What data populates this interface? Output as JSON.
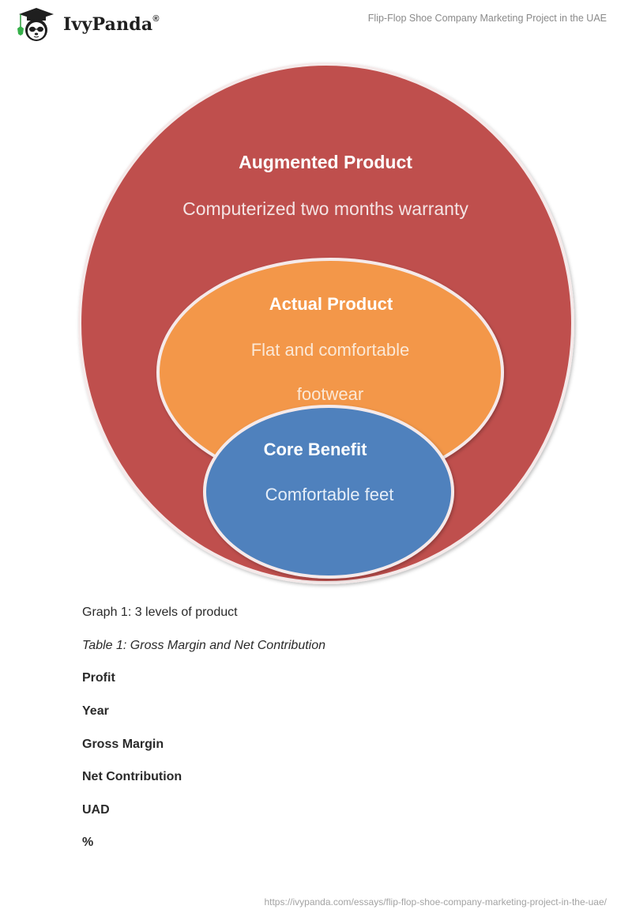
{
  "header": {
    "brand": "IvyPanda",
    "brand_mark": "®",
    "document_title": "Flip-Flop Shoe Company Marketing Project in the UAE"
  },
  "diagram": {
    "levels": [
      {
        "title": "Augmented Product",
        "description": "Computerized two months warranty",
        "color": "#bf4f4e"
      },
      {
        "title": "Actual Product",
        "description_line1": "Flat and comfortable",
        "description_line2": "footwear",
        "color": "#f39748"
      },
      {
        "title": "Core Benefit",
        "description": "Comfortable feet",
        "color": "#4f81bd"
      }
    ],
    "outline_color": "#f5eaea"
  },
  "content": {
    "graph_caption": "Graph 1: 3 levels of product",
    "table_caption": "Table 1: Gross Margin and Net Contribution",
    "table_rows": [
      "Profit",
      "Year",
      "Gross Margin",
      "Net Contribution",
      "UAD",
      "%"
    ]
  },
  "footer": {
    "url": "https://ivypanda.com/essays/flip-flop-shoe-company-marketing-project-in-the-uae/"
  }
}
